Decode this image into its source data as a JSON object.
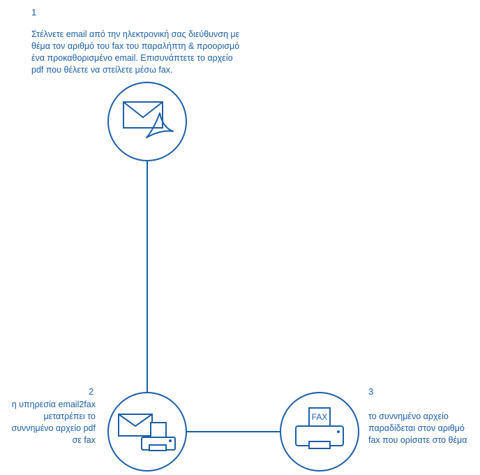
{
  "accent_color": "#1b5fa8",
  "steps": [
    {
      "number": "1",
      "lines": [
        "Στέλνετε email από την ηλεκτρονική σας διεύθυνση με",
        "θέμα τον αριθμό του fax του παραλήπτη & προορισμό",
        "ένα προκαθορισμένο email. Επισυνάπτετε το αρχείο",
        "pdf που θέλετε να στείλετε μέσω fax."
      ],
      "icon": "email-pdf-icon"
    },
    {
      "number": "2",
      "lines": [
        "η υπηρεσία email2fax",
        "μετατρέπει το",
        "συννημένο αρχείο pdf",
        "σε  fax"
      ],
      "icon": "email-to-fax-icon"
    },
    {
      "number": "3",
      "lines": [
        "το συννημένο αρχείο",
        "παραδίδεται στον αριθμό",
        "fax που ορίσατε στο θέμα"
      ],
      "icon": "fax-machine-icon",
      "fax_label": "FAX"
    }
  ]
}
